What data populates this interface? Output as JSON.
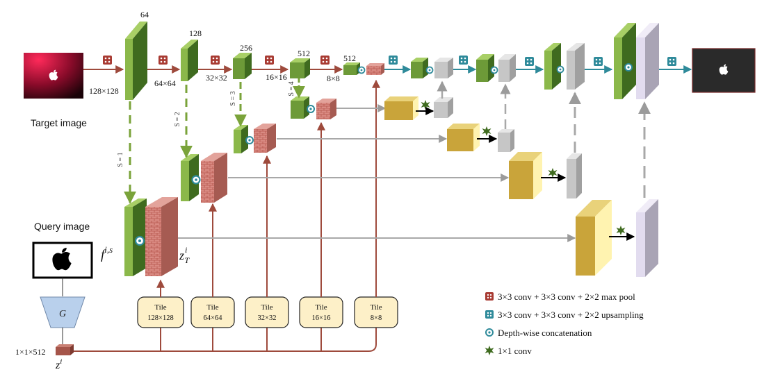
{
  "labels": {
    "target_image": "Target image",
    "query_image": "Query image",
    "f_symbol": "f",
    "f_sup": "i,s",
    "zt_symbol": "z",
    "zt_sup": "i",
    "zt_sub": "T",
    "z_symbol": "z",
    "z_sup": "i",
    "z_size": "1×1×512",
    "generator": "G",
    "s1": "S = 1",
    "s2": "S = 2",
    "s3": "S = 3",
    "s4": "S = 4"
  },
  "encoder": {
    "channels": [
      "64",
      "128",
      "256",
      "512",
      "512"
    ],
    "sizes": [
      "128×128",
      "64×64",
      "32×32",
      "16×16",
      "8×8"
    ]
  },
  "tiles": [
    {
      "title": "Tile",
      "size": "128×128"
    },
    {
      "title": "Tile",
      "size": "64×64"
    },
    {
      "title": "Tile",
      "size": "32×32"
    },
    {
      "title": "Tile",
      "size": "16×16"
    },
    {
      "title": "Tile",
      "size": "8×8"
    }
  ],
  "legend": [
    {
      "icon": "maxpool-block-icon",
      "text": "3×3 conv + 3×3 conv + 2×2 max pool"
    },
    {
      "icon": "upsample-block-icon",
      "text": "3×3 conv + 3×3 conv + 2×2 upsampling"
    },
    {
      "icon": "concat-icon",
      "text": "Depth-wise concatenation"
    },
    {
      "icon": "conv1x1-icon",
      "text": "1×1 conv"
    }
  ],
  "colors": {
    "green_front": "#8bb84a",
    "green_dark": "#3f6b1f",
    "brown_arrow": "#9e4a3c",
    "teal_arrow": "#2e8a9a",
    "gray_line": "#9b9b9b",
    "tile_fill": "#fdf0c8",
    "yellow_cube": "#c9a43a",
    "lavender": "#e2dcef"
  }
}
